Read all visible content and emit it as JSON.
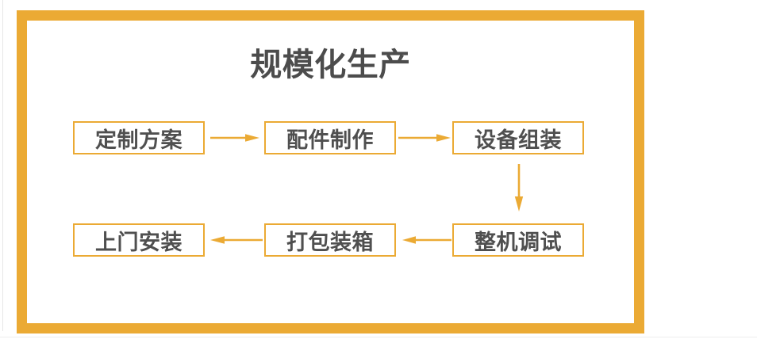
{
  "page": {
    "title": "规模化生产"
  },
  "colors": {
    "accent_yellow": "#EBAA34",
    "title_text": "#4C4C4C",
    "step_text": "#4F4F4F",
    "background": "#FFFFFF"
  },
  "flow": {
    "steps": [
      {
        "label": "定制方案"
      },
      {
        "label": "配件制作"
      },
      {
        "label": "设备组装"
      },
      {
        "label": "整机调试"
      },
      {
        "label": "打包装箱"
      },
      {
        "label": "上门安装"
      }
    ],
    "arrows": [
      {
        "from": "定制方案",
        "to": "配件制作",
        "direction": "right"
      },
      {
        "from": "配件制作",
        "to": "设备组装",
        "direction": "right"
      },
      {
        "from": "设备组装",
        "to": "整机调试",
        "direction": "down"
      },
      {
        "from": "整机调试",
        "to": "打包装箱",
        "direction": "left"
      },
      {
        "from": "打包装箱",
        "to": "上门安装",
        "direction": "left"
      }
    ]
  }
}
